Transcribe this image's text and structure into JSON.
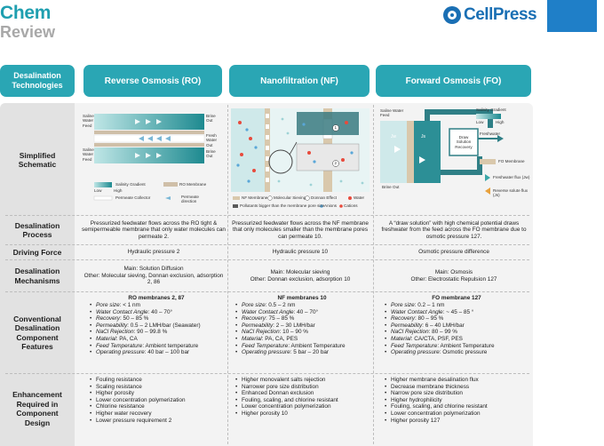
{
  "journal": {
    "name": "Chem",
    "sub": "Review"
  },
  "publisher": {
    "name": "CellPress",
    "logo_icon": "cellpress-logo-icon",
    "tab_color": "#1f7fc8"
  },
  "colors": {
    "header_teal": "#2aa6b4",
    "label_gray": "#e2e2e2",
    "row_bg": "#f3f3f3",
    "ro_teal": "#2b9aa0",
    "fo_teal": "#3a9aa0"
  },
  "table": {
    "corner_header": "Desalination Technologies",
    "columns": [
      "Reverse Osmosis (RO)",
      "Nanofiltration (NF)",
      "Forward Osmosis (FO)"
    ],
    "row_labels": {
      "schematic": "Simplified Schematic",
      "process": "Desalination Process",
      "force": "Driving Force",
      "mechanisms": "Desalination Mechanisms",
      "features": "Conventional Desalination Component Features",
      "enhancement": "Enhancement Required in Component Design"
    },
    "schematic": {
      "ro": {
        "saline_feed_1": "Saline Water Feed",
        "brine_out_1": "Brine Out",
        "fresh_water_out": "Fresh Water Out",
        "saline_feed_2": "Saline Water Feed",
        "brine_out_2": "Brine Out",
        "permeate_collector": "Permeate Collector",
        "permeate_direction": "Permeate direction",
        "salinity_gradient": "Salinity Gradient",
        "low": "Low",
        "high": "High",
        "ro_membrane": "RO Membrane"
      },
      "nf": {
        "legend_membrane": "NF Membrane",
        "legend_sieving": "Molecular Sieving",
        "legend_donnan": "Donnan Effect",
        "legend_water": "Water",
        "legend_pollutants": "Pollutants bigger than the membrane pore size",
        "legend_anions": "Anions",
        "legend_cations": "Cations",
        "marker_1": "1",
        "marker_2": "2"
      },
      "fo": {
        "saline_feed": "Saline Water Feed",
        "brine_out": "Brine Out",
        "jw": "Jw",
        "js": "Js",
        "draw_recovery": "Draw Solution Recovery",
        "freshwater": "Freshwater",
        "salinity_gradient": "Salinity Gradient",
        "low": "Low",
        "high": "High",
        "fo_membrane": "FO Membrane",
        "freshwater_flux": "Freshwater flux (Jw)",
        "reverse_solute_flux": "Reverse solute flux (Js)"
      }
    },
    "process": {
      "ro": "Pressurized feedwater flows across the RO tight & semipermeable membrane that only water molecules can permeate 2.",
      "nf": "Pressurized feedwater flows across the NF membrane that only molecules smaller than the membrane pores can permeate 10.",
      "fo": "A “draw solution” with high chemical potential draws freshwater from the feed across the FO membrane due to osmotic pressure 127."
    },
    "force": {
      "ro": "Hydraulic pressure 2",
      "nf": "Hydraulic pressure 10",
      "fo": "Osmotic pressure difference"
    },
    "mechanisms": {
      "ro": [
        "Main: Solution Diffusion",
        "Other: Molecular sieving, Donnan exclusion, adsorption 2, 86"
      ],
      "nf": [
        "Main: Molecular sieving",
        "Other: Donnan exclusion, adsorption 10"
      ],
      "fo": [
        "Main: Osmosis",
        "Other: Electrostatic Repulsion 127"
      ]
    },
    "features": {
      "ro": {
        "title": "RO membranes 2, 87",
        "items": [
          [
            "Pore size",
            ": < 1 nm"
          ],
          [
            "Water Contact Angle",
            ": 40 – 70°"
          ],
          [
            "Recovery",
            ": 50 – 85 %"
          ],
          [
            "Permeability",
            ": 0.5 – 2 LMH/bar (Seawater)"
          ],
          [
            "NaCl Rejection",
            ": 90 – 99.8 %"
          ],
          [
            "Material",
            ": PA, CA"
          ],
          [
            "Feed Temperature",
            ": Ambient temperature"
          ],
          [
            "Operating pressure",
            ": 40 bar – 100 bar"
          ]
        ]
      },
      "nf": {
        "title": "NF membranes 10",
        "items": [
          [
            "Pore size",
            ": 0.5 – 2 nm"
          ],
          [
            "Water Contact Angle",
            ": 40 – 70°"
          ],
          [
            "Recovery",
            ": 75 – 85 %"
          ],
          [
            "Permeability",
            ": 2 – 30 LMH/bar"
          ],
          [
            "NaCl Rejection",
            ": 10 – 90 %"
          ],
          [
            "Material",
            ": PA, CA, PES"
          ],
          [
            "Feed Temperature",
            ": Ambient Temperature"
          ],
          [
            "Operating pressure",
            ": 5 bar – 20 bar"
          ]
        ]
      },
      "fo": {
        "title": "FO membrane 127",
        "items": [
          [
            "Pore size",
            ": 0.2 – 1 nm"
          ],
          [
            "Water Contact Angle",
            ": ~ 45 – 85 °"
          ],
          [
            "Recovery",
            ": 80 – 95 %"
          ],
          [
            "Permeability",
            ": 6 – 40 LMH/bar"
          ],
          [
            "NaCl Rejection",
            ": 80 – 99 %"
          ],
          [
            "Material",
            ": CA/CTA, PSF, PES"
          ],
          [
            "Feed Temperature",
            ": Ambient Temperature"
          ],
          [
            "Operating pressure",
            ": Osmotic pressure"
          ]
        ]
      }
    },
    "enhancement": {
      "ro": [
        "Fouling resistance",
        "Scaling resistance",
        "Higher porosity",
        "Lower concentration polymerization",
        "Chlorine resistance",
        "Higher water recovery",
        "Lower pressure requirement 2"
      ],
      "nf": [
        "Higher monovalent salts rejection",
        "Narrower pore size distribution",
        "Enhanced Donnan exclusion",
        "Fouling, scaling, and chlorine resistant",
        "Lower concentration polymerization",
        "Higher porosity 10"
      ],
      "fo": [
        "Higher membrane desalination flux",
        "Decrease membrane thickness",
        "Narrow pore size distribution",
        "Higher hydrophilicity",
        "Fouling, scaling, and chlorine resistant",
        "Lower concentration polymerization",
        "Higher porosity 127"
      ]
    }
  }
}
